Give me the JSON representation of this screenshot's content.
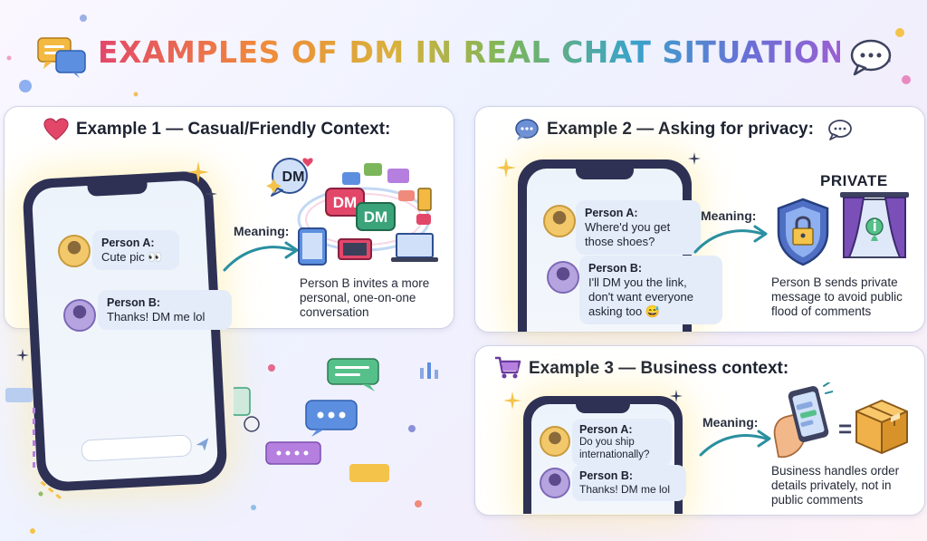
{
  "title": "EXAMPLES OF DM IN REAL CHAT SITUATIONS",
  "example1": {
    "title": "Example 1 — Casual/Friendly Context:",
    "person_a": "Person A:",
    "msg_a": "Cute pic 👀",
    "person_b": "Person B:",
    "msg_b": "Thanks! DM me lol",
    "meaning": "Meaning:",
    "dm_badge_1": "DM",
    "dm_badge_2": "DM",
    "dm_badge_3": "DM",
    "description": "Person B invites a more personal, one-on-one conversation"
  },
  "example2": {
    "title": "Example 2 — Asking for privacy:",
    "person_a": "Person A:",
    "msg_a": "Where'd you get those shoes?",
    "person_b": "Person B:",
    "msg_b": "I'll DM you the link, don't want everyone asking too 😅",
    "meaning": "Meaning:",
    "private_label": "PRIVATE",
    "description": "Person B sends private message to avoid public flood of comments"
  },
  "example3": {
    "title": "Example 3 — Business context:",
    "person_a": "Person A:",
    "msg_a": "Do you ship internationally?",
    "person_b": "Person B:",
    "msg_b": "Thanks! DM me lol",
    "meaning": "Meaning:",
    "equals": "=",
    "description": "Business handles order details privately, not in public comments"
  },
  "colors": {
    "phone": "#2e3154",
    "bubble": "#e3ecf8",
    "heart": "#e2476a",
    "arrow": "#2a8fa0",
    "shield": "#4f6fc4",
    "curtain": "#7b4fb8",
    "box": "#f0b14a"
  }
}
